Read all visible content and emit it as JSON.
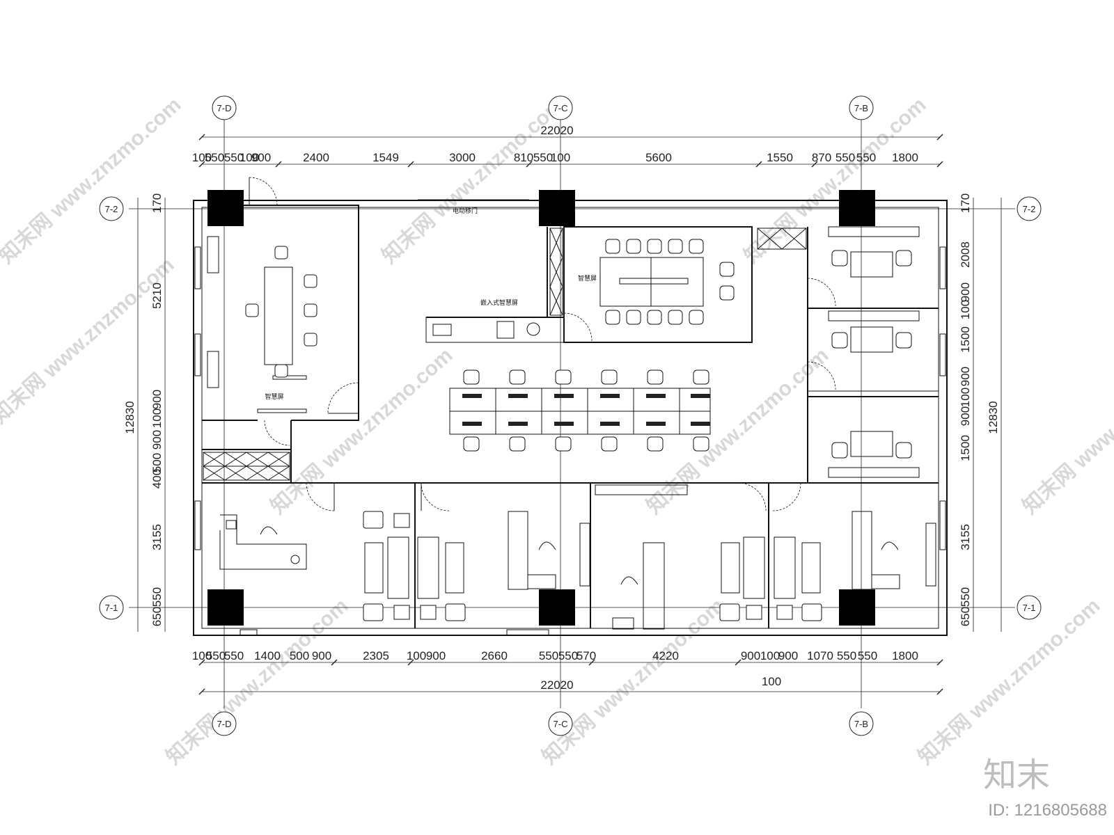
{
  "drawing": {
    "axes": {
      "columns": [
        "7-D",
        "7-C",
        "7-B"
      ],
      "rows": [
        "7-2",
        "7-1"
      ]
    },
    "overall_top": "22020",
    "overall_bottom": "22020",
    "overall_left": "12830",
    "overall_right": "12830",
    "top_dims": [
      "100",
      "550",
      "550",
      "100",
      "900",
      "2400",
      "1549",
      "3000",
      "810",
      "550",
      "100",
      "5600",
      "1550",
      "870",
      "550",
      "550",
      "1800"
    ],
    "bottom_dims": [
      "100",
      "550",
      "550",
      "1400",
      "500",
      "900",
      "2305",
      "100",
      "900",
      "2660",
      "550",
      "550",
      "570",
      "4220",
      "900",
      "100",
      "900",
      "1070",
      "550",
      "550",
      "1800"
    ],
    "bottom_extra": "100",
    "left_dims": [
      "170",
      "5210",
      "900",
      "100",
      "900",
      "500",
      "400",
      "3155",
      "550",
      "650"
    ],
    "right_dims": [
      "170",
      "2008",
      "900",
      "100",
      "1500",
      "900",
      "100",
      "900",
      "1500",
      "3155",
      "550",
      "650"
    ],
    "labels": {
      "sliding_door": "电动移门",
      "embedded_screen": "嵌入式智慧屏",
      "smart_screen_1": "智慧屏",
      "smart_screen_2": "智慧屏"
    },
    "watermark": "知末网 www.znzmo.com",
    "brand": "知末",
    "id_text": "ID: 1216805688"
  }
}
